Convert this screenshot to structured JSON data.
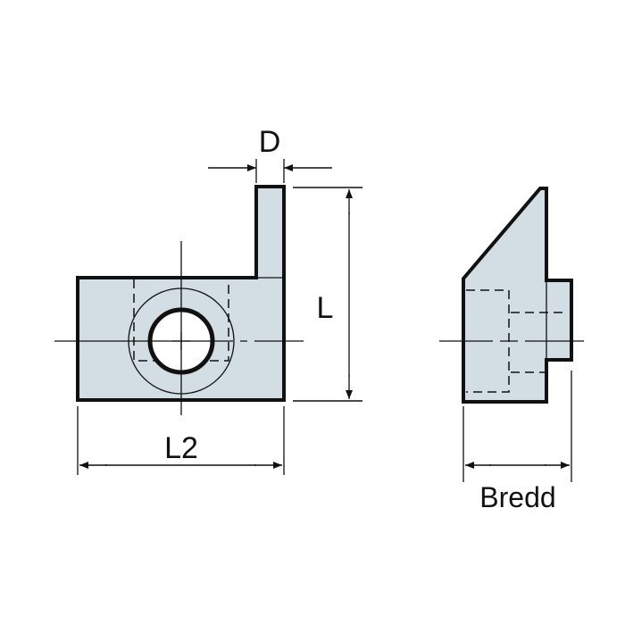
{
  "diagram": {
    "type": "technical-drawing",
    "subject": "insert shim / clamp part",
    "views": [
      "front-view",
      "side-view"
    ],
    "labels": {
      "d": "D",
      "l": "L",
      "l2": "L2",
      "bredd": "Bredd"
    },
    "colors": {
      "fill": "#d3dde4",
      "outline": "#111111",
      "background": "#ffffff"
    }
  }
}
